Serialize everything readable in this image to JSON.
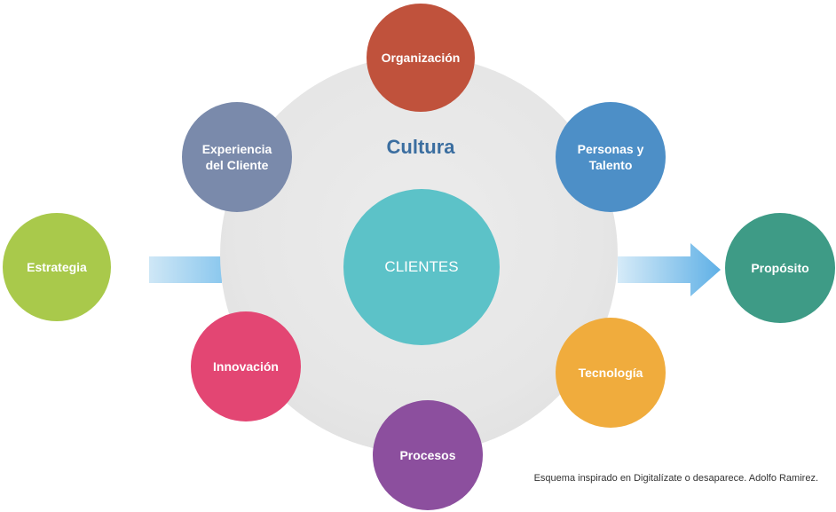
{
  "diagram": {
    "center_label": "Cultura",
    "core_label": "CLIENTES",
    "nodes": {
      "organizacion": "Organización",
      "experiencia": "Experiencia\ndel Cliente",
      "personas": "Personas y\nTalento",
      "estrategia": "Estrategia",
      "proposito": "Propósito",
      "innovacion": "Innovación",
      "tecnologia": "Tecnología",
      "procesos": "Procesos"
    },
    "caption": "Esquema inspirado en Digitalízate o desaparece. Adolfo Ramirez."
  },
  "colors": {
    "organizacion": "#c0523c",
    "experiencia": "#7a8aab",
    "personas": "#4d8fc7",
    "estrategia": "#a9c94b",
    "proposito": "#3e9b86",
    "innovacion": "#e34673",
    "tecnologia": "#f0ac3d",
    "procesos": "#8c4f9e",
    "clientes": "#5cc2c8",
    "cultura_text": "#3b6ea0",
    "arrow": "#6cb6e6"
  }
}
